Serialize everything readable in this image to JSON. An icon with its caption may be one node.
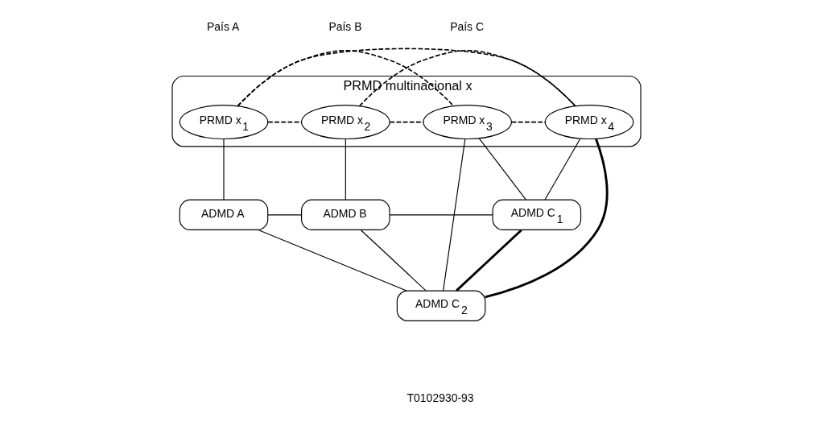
{
  "diagram": {
    "nodes": [
      {
        "text": [
          "PRMD multinacional x"
        ]
      },
      {
        "text": [
          "PRMD x$_{1}$"
        ],
        "in": 0
      },
      {
        "text": [
          "PRMD x$_{2}$"
        ],
        "in": 0
      },
      {
        "text": [
          "PRMD x$_{3}$"
        ],
        "in": 0
      },
      {
        "text": [
          "PRMD x$_{4}$"
        ],
        "in": 0
      },
      {
        "text": [
          "ADMD A"
        ]
      },
      {
        "text": [
          "ADMD B"
        ]
      },
      {
        "text": [
          "ADMD C$_{1}$"
        ]
      },
      {
        "text": [
          "ADMD C$_{2}$"
        ]
      }
    ],
    "edges": [
      {
        "from": 1,
        "to": 2,
        "arrow": "none",
        "style": "dashed"
      },
      {
        "from": 2,
        "to": 3,
        "arrow": "none",
        "style": "dashed"
      },
      {
        "from": 3,
        "to": 4,
        "arrow": "none",
        "style": "dashed"
      },
      {
        "from": 1,
        "to": 3,
        "arrow": "none",
        "style": "dashed"
      },
      {
        "from": 2,
        "to": 4,
        "arrow": "none",
        "style": "dashed"
      },
      {
        "from": 1,
        "to": 4,
        "arrow": "none",
        "style": "dashed"
      },
      {
        "from": 1,
        "to": 5,
        "arrow": "none"
      },
      {
        "from": 2,
        "to": 6,
        "arrow": "none"
      },
      {
        "from": 3,
        "to": 7,
        "arrow": "none"
      },
      {
        "from": 3,
        "to": 8,
        "arrow": "none"
      },
      {
        "from": 4,
        "to": 7,
        "arrow": "none"
      },
      {
        "from": 4,
        "to": 8,
        "arrow": "none",
        "style": "thick"
      },
      {
        "from": 5,
        "to": 6,
        "arrow": "none"
      },
      {
        "from": 6,
        "to": 7,
        "arrow": "none"
      },
      {
        "from": 5,
        "to": 8,
        "arrow": "none"
      },
      {
        "from": 6,
        "to": 8,
        "arrow": "none"
      },
      {
        "from": 7,
        "to": 8,
        "arrow": "none",
        "style": "thick"
      }
    ],
    "labels": [
      "País A",
      "País B",
      "País C",
      "T0102930-93"
    ]
  }
}
